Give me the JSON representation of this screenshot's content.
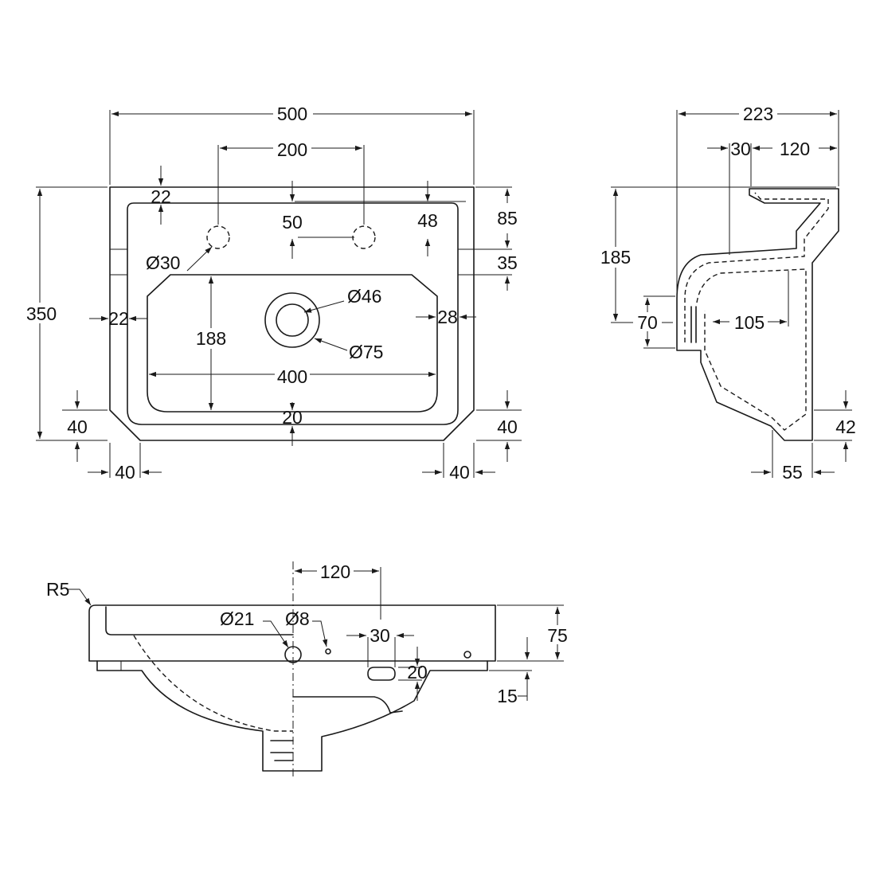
{
  "colors": {
    "line": "#1a1a1a",
    "background": "#ffffff"
  },
  "plan": {
    "width": "500",
    "faucet_spacing": "200",
    "height": "350",
    "top_offset": "22",
    "hole_to_edge": "50",
    "hole_to_edge_right": "48",
    "right_top": "85",
    "right_mid": "35",
    "tap_hole": "Ø30",
    "waste_inner": "Ø46",
    "waste_outer": "Ø75",
    "bowl_height": "188",
    "bowl_width": "400",
    "left_margin": "22",
    "right_margin": "28",
    "front_margin": "20",
    "left_corner": "40",
    "right_corner": "40",
    "bottom_left": "40",
    "bottom_right": "40"
  },
  "side": {
    "depth": "223",
    "back_offset": "30",
    "front_offset": "120",
    "height": "185",
    "overflow": "70",
    "bowl_depth": "105",
    "lip": "42",
    "lip_width": "55"
  },
  "front": {
    "radius": "R5",
    "center_offset": "120",
    "waste_dia": "Ø21",
    "overflow_dia": "Ø8",
    "slot_width": "30",
    "slot_height": "20",
    "rim_height": "75",
    "rim_step": "15"
  }
}
